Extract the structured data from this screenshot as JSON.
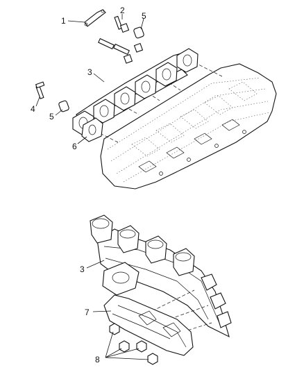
{
  "callouts": {
    "c1": "1",
    "c2": "2",
    "c5a": "5",
    "c3a": "3",
    "c4": "4",
    "c5b": "5",
    "c6": "6",
    "c3b": "3",
    "c7": "7",
    "c8": "8"
  }
}
